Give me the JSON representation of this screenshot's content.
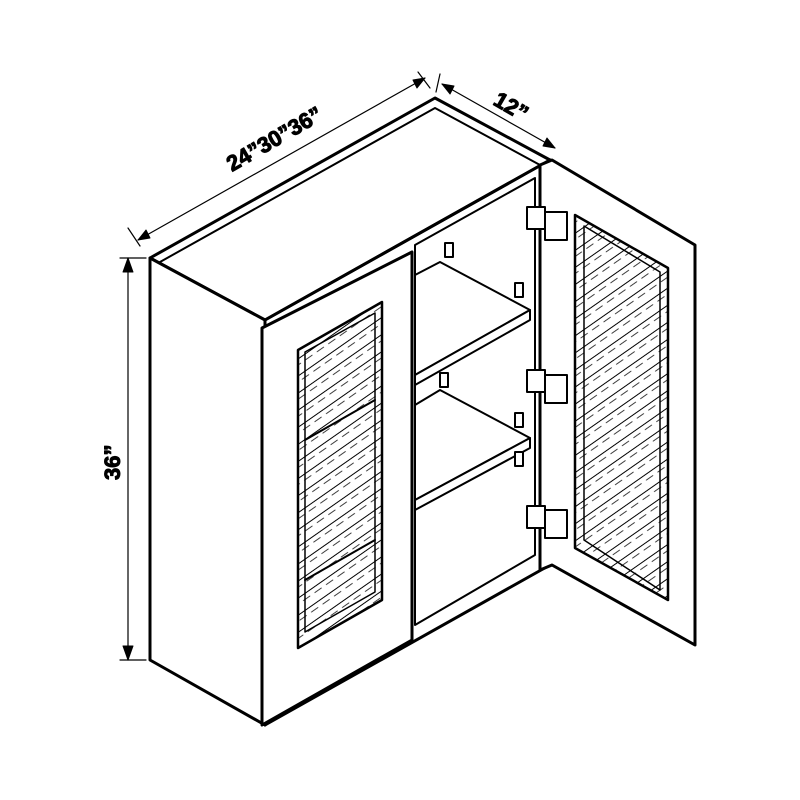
{
  "diagram": {
    "subject": "Double-door glass wall cabinet",
    "dimensions": {
      "width_label": "24”30”36”",
      "depth_label": "12”",
      "height_label": "36”"
    },
    "colors": {
      "line": "#000000",
      "background": "#ffffff"
    }
  }
}
